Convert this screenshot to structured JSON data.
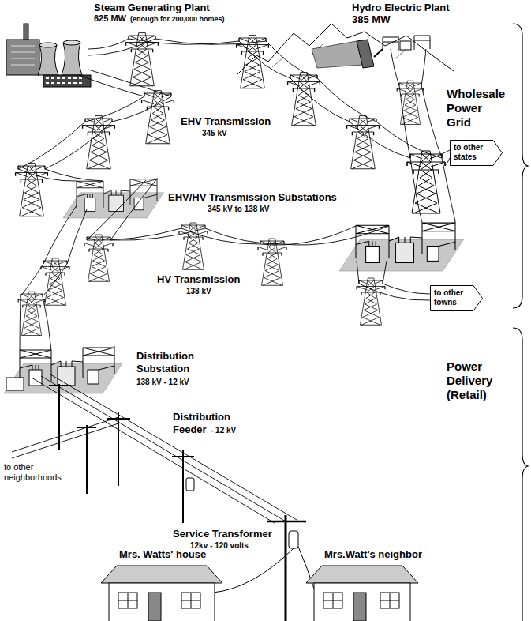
{
  "diagram": {
    "nodes": [
      {
        "text": [
          "to other states"
        ]
      },
      {
        "text": [
          "to other towns"
        ]
      }
    ],
    "labels": [
      "Steam Generating Plant",
      "625 MW",
      "(enough for 200,000 homes)",
      "Hydro Electric Plant",
      "385 MW",
      "EHV Transmission",
      "345 kV",
      "Wholesale Power Grid",
      "EHV/HV Transmission Substations",
      "345 kV to 138 kV",
      "HV Transmission",
      "138 kV",
      "Distribution Substation",
      "138 kV - 12 kV",
      "Power Delivery (Retail)",
      "Distribution Feeder",
      "- 12 kV",
      "to other neighborhoods",
      "Service Transformer",
      "12kv - 120 volts",
      "Mrs. Watts' house",
      "Mrs.Watt's neighbor"
    ]
  }
}
